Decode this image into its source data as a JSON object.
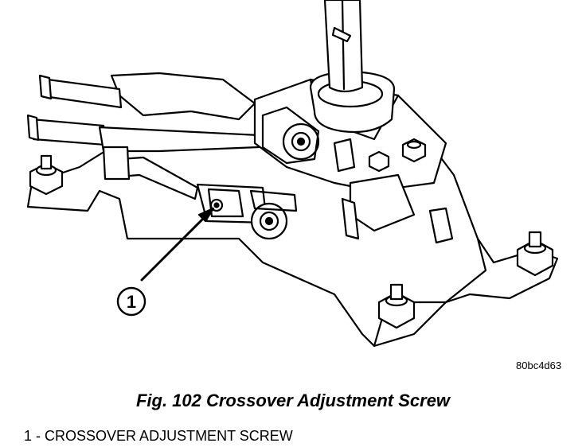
{
  "figure": {
    "image_code": "80bc4d63",
    "callout_number": "1",
    "caption": "Fig. 102 Crossover Adjustment Screw",
    "legend": [
      {
        "number": "1",
        "text": "CROSSOVER ADJUSTMENT SCREW"
      }
    ],
    "components": [
      "shift-lever",
      "shifter-housing",
      "cable-bracket",
      "shift-cables",
      "crossover-adjustment-screw",
      "mounting-nuts"
    ]
  }
}
